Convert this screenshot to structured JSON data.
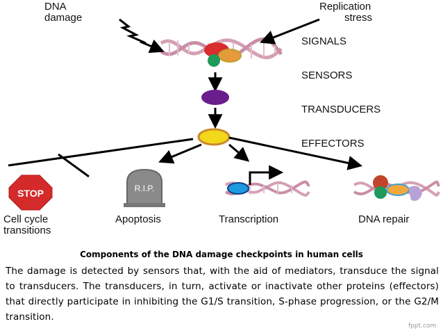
{
  "labels": {
    "dna_damage": [
      "DNA",
      "damage"
    ],
    "replication_stress": [
      "Replication",
      "stress"
    ],
    "signals": "SIGNALS",
    "sensors": "SENSORS",
    "transducers": "TRANSDUCERS",
    "effectors": "EFFECTORS",
    "stop_sign": "STOP",
    "tombstone": "R.I.P.",
    "cell_cycle": [
      "Cell cycle",
      "transitions"
    ],
    "apoptosis": "Apoptosis",
    "transcription": "Transcription",
    "dna_repair": "DNA repair"
  },
  "caption": {
    "title": "Components of the DNA damage checkpoints in human cells",
    "body": "The damage is detected by sensors that, with the aid of mediators, transduce the signal to transducers. The transducers, in turn, activate or inactivate other proteins (effectors) that directly participate in inhibiting the G1/S transition, S-phase progression, or the G2/M transition."
  },
  "watermark": "fppt.com",
  "colors": {
    "dna_strand": "#d4a0b4",
    "signal_red": "#d92c2c",
    "signal_orange": "#e69a3c",
    "signal_green": "#1f9a5a",
    "transducer_purple": "#6a1d8c",
    "effector_yellow": "#f2d81a",
    "effector_ring": "#c98a2e",
    "stop_red": "#d42a2a",
    "tomb_gray": "#8a8a8a",
    "sensor_blue": "#1f9ae0",
    "repair_lavender": "#b7a2d6"
  },
  "icons": [
    "lightning-arrow-icon",
    "stop-sign-icon",
    "tombstone-icon",
    "dna-helix-icon"
  ]
}
